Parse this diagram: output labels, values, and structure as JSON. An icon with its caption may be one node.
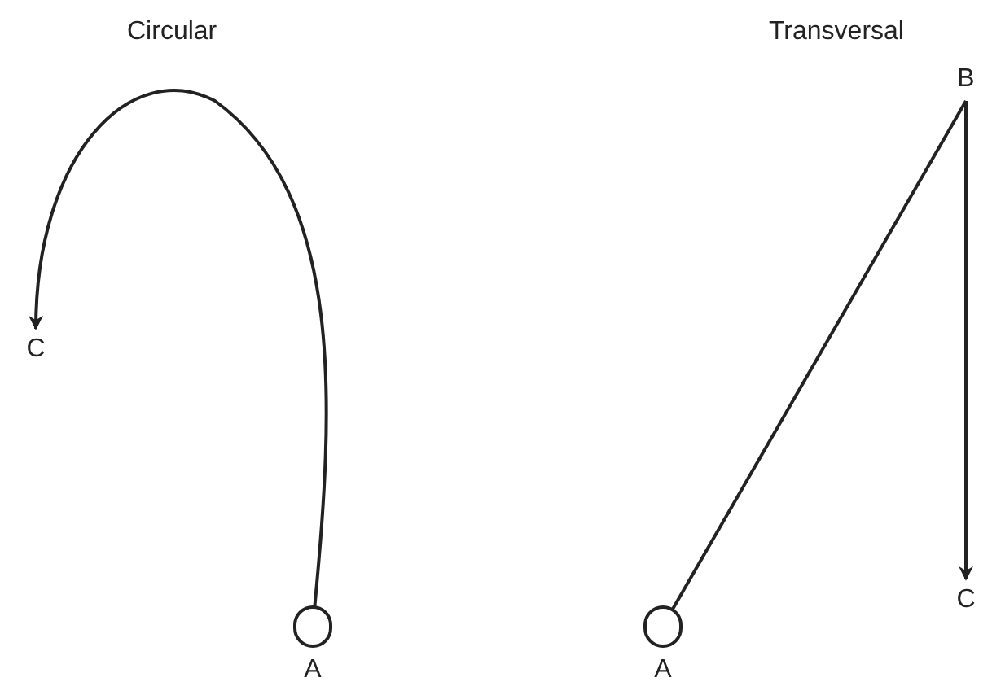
{
  "diagram": {
    "nodes": [
      {
        "text": [],
        "shape": "circle",
        "beside": [
          "A"
        ]
      },
      {
        "text": [
          "C"
        ]
      },
      {
        "text": [],
        "shape": "circle",
        "beside": [
          "A"
        ]
      },
      {
        "text": [
          "B"
        ]
      },
      {
        "text": [
          "C"
        ]
      }
    ],
    "edges": [
      {
        "from": 0,
        "to": 1,
        "arrow": "to"
      },
      {
        "from": 2,
        "to": 3,
        "arrow": "none"
      },
      {
        "from": 3,
        "to": 4,
        "arrow": "to"
      }
    ],
    "labels": [
      "Circular",
      "Transversal"
    ]
  }
}
